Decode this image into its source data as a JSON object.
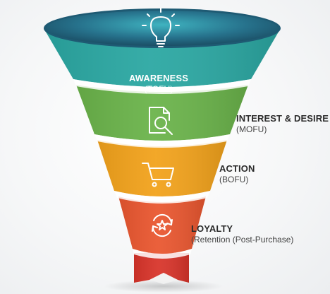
{
  "stages": [
    {
      "title": "AWARENESS",
      "subtitle": "(TOFU)",
      "color": "#2aa7a2",
      "icon": "lightbulb-icon"
    },
    {
      "title": "INTEREST & DESIRE",
      "subtitle": "(MOFU)",
      "color": "#6ab34a",
      "icon": "document-search-icon"
    },
    {
      "title": "ACTION",
      "subtitle": "(BOFU)",
      "color": "#f2a21b",
      "icon": "shopping-cart-icon"
    },
    {
      "title": "LOYALTY",
      "subtitle": "(Retention (Post-Purchase)",
      "color": "#e9562f",
      "icon": "refresh-star-icon"
    }
  ],
  "colors": {
    "rim_dark": "#1e5a73",
    "rim_light": "#3aa8b8",
    "tip": "#d8342a"
  }
}
